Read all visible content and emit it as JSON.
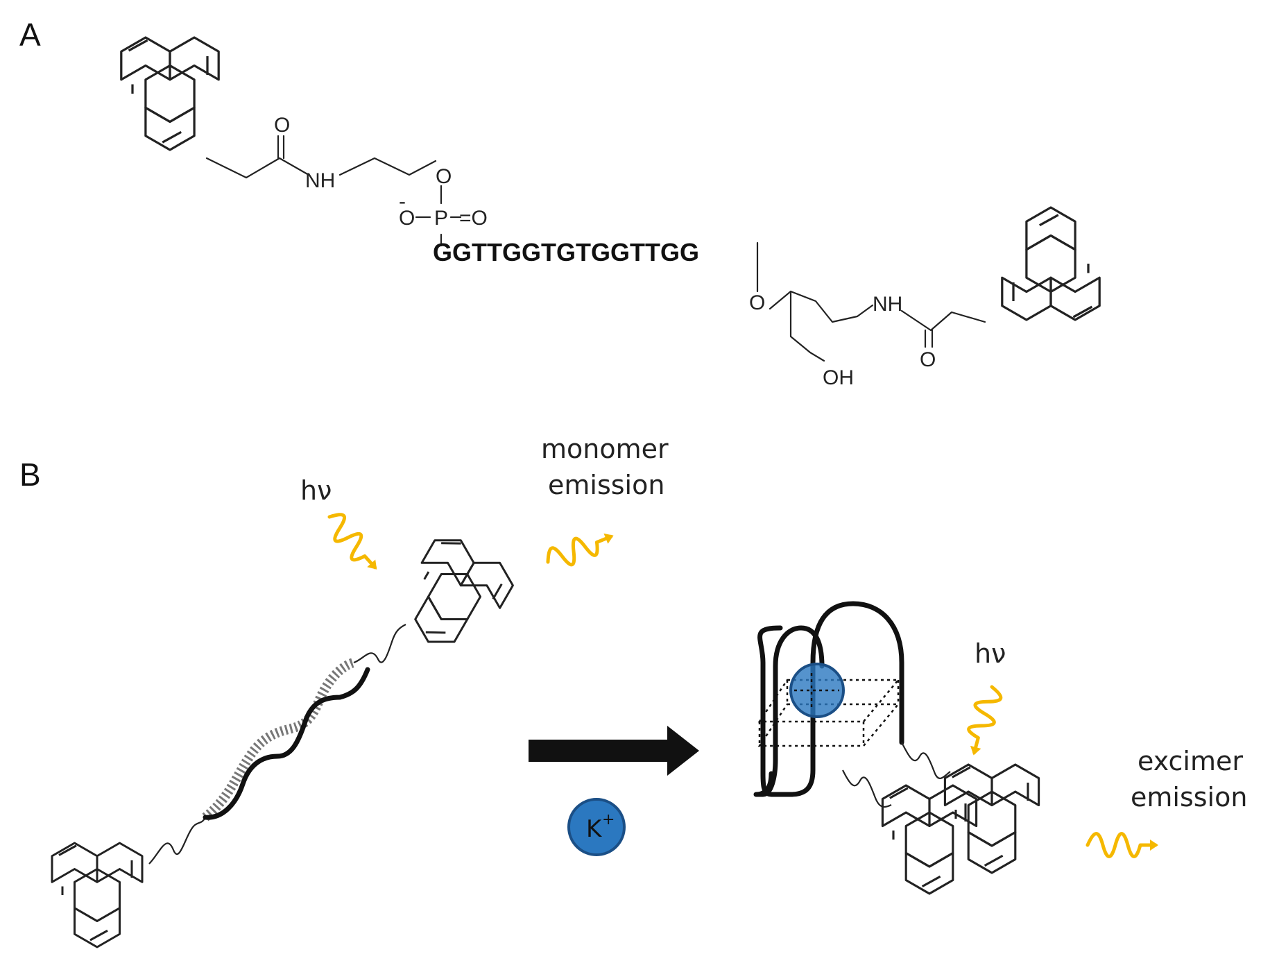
{
  "panels": {
    "a": {
      "label": "A"
    },
    "b": {
      "label": "B"
    }
  },
  "structure": {
    "amide_o_top": "O",
    "amide_nh_top": "NH",
    "ether_o_top": "O",
    "phosphate_o_minus": "O",
    "phosphate_minus_sign": "-",
    "phosphate_p": "P",
    "phosphate_eq_o": "=O",
    "sequence": "GGTTGGTGTGGTTGG",
    "ether_o_bottom": "O",
    "amide_nh_bottom": "NH",
    "amide_o_bottom": "O",
    "hydroxyl": "OH"
  },
  "scheme": {
    "hv_left": "hν",
    "hv_right": "hν",
    "monomer_line1": "monomer",
    "monomer_line2": "emission",
    "excimer_line1": "excimer",
    "excimer_line2": "emission",
    "ion_k": "K",
    "ion_plus": "+"
  },
  "colors": {
    "emission_wave": "#f5b800",
    "potassium_ion": "#2b78c0",
    "potassium_ion_stroke": "#1b4f86"
  },
  "icons": {
    "pyrene": "pyrene-icon",
    "arrow": "reaction-arrow-icon",
    "ion": "potassium-ion-icon"
  }
}
